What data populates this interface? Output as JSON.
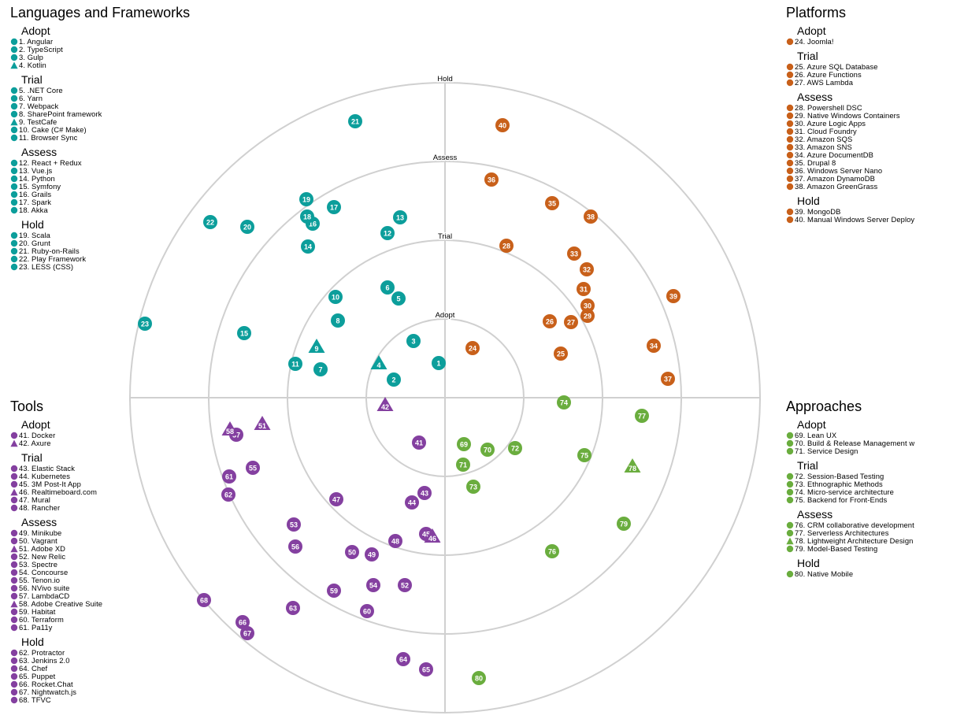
{
  "colors": {
    "languages": "#0c9e9b",
    "platforms": "#c8601a",
    "tools": "#8440a0",
    "approaches": "#6aad3e",
    "ring_stroke": "#d0d0d0"
  },
  "ring_labels": [
    "Adopt",
    "Trial",
    "Assess",
    "Hold"
  ],
  "shape_legend": {
    "circle": "circle-marker",
    "triangle": "triangle-marker"
  },
  "quadrants": [
    {
      "key": "languages",
      "title": "Languages and Frameworks",
      "rings": [
        {
          "name": "Adopt",
          "entries": [
            {
              "id": 1,
              "label": "1. Angular",
              "shape": "circle"
            },
            {
              "id": 2,
              "label": "2. TypeScript",
              "shape": "circle"
            },
            {
              "id": 3,
              "label": "3. Gulp",
              "shape": "circle"
            },
            {
              "id": 4,
              "label": "4. Kotlin",
              "shape": "triangle"
            }
          ]
        },
        {
          "name": "Trial",
          "entries": [
            {
              "id": 5,
              "label": "5. .NET Core",
              "shape": "circle"
            },
            {
              "id": 6,
              "label": "6. Yarn",
              "shape": "circle"
            },
            {
              "id": 7,
              "label": "7. Webpack",
              "shape": "circle"
            },
            {
              "id": 8,
              "label": "8. SharePoint framework",
              "shape": "circle"
            },
            {
              "id": 9,
              "label": "9. TestCafe",
              "shape": "triangle"
            },
            {
              "id": 10,
              "label": "10. Cake (C# Make)",
              "shape": "circle"
            },
            {
              "id": 11,
              "label": "11. Browser Sync",
              "shape": "circle"
            }
          ]
        },
        {
          "name": "Assess",
          "entries": [
            {
              "id": 12,
              "label": "12. React + Redux",
              "shape": "circle"
            },
            {
              "id": 13,
              "label": "13. Vue.js",
              "shape": "circle"
            },
            {
              "id": 14,
              "label": "14. Python",
              "shape": "circle"
            },
            {
              "id": 15,
              "label": "15. Symfony",
              "shape": "circle"
            },
            {
              "id": 16,
              "label": "16. Grails",
              "shape": "circle"
            },
            {
              "id": 17,
              "label": "17. Spark",
              "shape": "circle"
            },
            {
              "id": 18,
              "label": "18. Akka",
              "shape": "circle"
            }
          ]
        },
        {
          "name": "Hold",
          "entries": [
            {
              "id": 19,
              "label": "19. Scala",
              "shape": "circle"
            },
            {
              "id": 20,
              "label": "20. Grunt",
              "shape": "circle"
            },
            {
              "id": 21,
              "label": "21. Ruby-on-Rails",
              "shape": "circle"
            },
            {
              "id": 22,
              "label": "22. Play Framework",
              "shape": "circle"
            },
            {
              "id": 23,
              "label": "23. LESS (CSS)",
              "shape": "circle"
            }
          ]
        }
      ]
    },
    {
      "key": "platforms",
      "title": "Platforms",
      "rings": [
        {
          "name": "Adopt",
          "entries": [
            {
              "id": 24,
              "label": "24. Joomla!",
              "shape": "circle"
            }
          ]
        },
        {
          "name": "Trial",
          "entries": [
            {
              "id": 25,
              "label": "25. Azure SQL Database",
              "shape": "circle"
            },
            {
              "id": 26,
              "label": "26. Azure Functions",
              "shape": "circle"
            },
            {
              "id": 27,
              "label": "27. AWS Lambda",
              "shape": "circle"
            }
          ]
        },
        {
          "name": "Assess",
          "entries": [
            {
              "id": 28,
              "label": "28. Powershell DSC",
              "shape": "circle"
            },
            {
              "id": 29,
              "label": "29. Native Windows Containers",
              "shape": "circle"
            },
            {
              "id": 30,
              "label": "30. Azure Logic Apps",
              "shape": "circle"
            },
            {
              "id": 31,
              "label": "31. Cloud Foundry",
              "shape": "circle"
            },
            {
              "id": 32,
              "label": "32. Amazon SQS",
              "shape": "circle"
            },
            {
              "id": 33,
              "label": "33. Amazon SNS",
              "shape": "circle"
            },
            {
              "id": 34,
              "label": "34. Azure DocumentDB",
              "shape": "circle"
            },
            {
              "id": 35,
              "label": "35. Drupal 8",
              "shape": "circle"
            },
            {
              "id": 36,
              "label": "36. Windows Server Nano",
              "shape": "circle"
            },
            {
              "id": 37,
              "label": "37. Amazon DynamoDB",
              "shape": "circle"
            },
            {
              "id": 38,
              "label": "38. Amazon GreenGrass",
              "shape": "circle"
            }
          ]
        },
        {
          "name": "Hold",
          "entries": [
            {
              "id": 39,
              "label": "39. MongoDB",
              "shape": "circle"
            },
            {
              "id": 40,
              "label": "40. Manual Windows Server Deploy",
              "shape": "circle"
            }
          ]
        }
      ]
    },
    {
      "key": "tools",
      "title": "Tools",
      "rings": [
        {
          "name": "Adopt",
          "entries": [
            {
              "id": 41,
              "label": "41. Docker",
              "shape": "circle"
            },
            {
              "id": 42,
              "label": "42. Axure",
              "shape": "triangle"
            }
          ]
        },
        {
          "name": "Trial",
          "entries": [
            {
              "id": 43,
              "label": "43. Elastic Stack",
              "shape": "circle"
            },
            {
              "id": 44,
              "label": "44. Kubernetes",
              "shape": "circle"
            },
            {
              "id": 45,
              "label": "45. 3M Post-It App",
              "shape": "circle"
            },
            {
              "id": 46,
              "label": "46. Realtimeboard.com",
              "shape": "triangle"
            },
            {
              "id": 47,
              "label": "47. Mural",
              "shape": "circle"
            },
            {
              "id": 48,
              "label": "48. Rancher",
              "shape": "circle"
            }
          ]
        },
        {
          "name": "Assess",
          "entries": [
            {
              "id": 49,
              "label": "49. Minikube",
              "shape": "circle"
            },
            {
              "id": 50,
              "label": "50. Vagrant",
              "shape": "circle"
            },
            {
              "id": 51,
              "label": "51. Adobe XD",
              "shape": "triangle"
            },
            {
              "id": 52,
              "label": "52. New Relic",
              "shape": "circle"
            },
            {
              "id": 53,
              "label": "53. Spectre",
              "shape": "circle"
            },
            {
              "id": 54,
              "label": "54. Concourse",
              "shape": "circle"
            },
            {
              "id": 55,
              "label": "55. Tenon.io",
              "shape": "circle"
            },
            {
              "id": 56,
              "label": "56. NVivo suite",
              "shape": "circle"
            },
            {
              "id": 57,
              "label": "57. LambdaCD",
              "shape": "circle"
            },
            {
              "id": 58,
              "label": "58. Adobe Creative Suite",
              "shape": "triangle"
            },
            {
              "id": 59,
              "label": "59. Habitat",
              "shape": "circle"
            },
            {
              "id": 60,
              "label": "60. Terraform",
              "shape": "circle"
            },
            {
              "id": 61,
              "label": "61. Pa11y",
              "shape": "circle"
            }
          ]
        },
        {
          "name": "Hold",
          "entries": [
            {
              "id": 62,
              "label": "62. Protractor",
              "shape": "circle"
            },
            {
              "id": 63,
              "label": "63. Jenkins 2.0",
              "shape": "circle"
            },
            {
              "id": 64,
              "label": "64. Chef",
              "shape": "circle"
            },
            {
              "id": 65,
              "label": "65. Puppet",
              "shape": "circle"
            },
            {
              "id": 66,
              "label": "66. Rocket.Chat",
              "shape": "circle"
            },
            {
              "id": 67,
              "label": "67. Nightwatch.js",
              "shape": "circle"
            },
            {
              "id": 68,
              "label": "68. TFVC",
              "shape": "circle"
            }
          ]
        }
      ]
    },
    {
      "key": "approaches",
      "title": "Approaches",
      "rings": [
        {
          "name": "Adopt",
          "entries": [
            {
              "id": 69,
              "label": "69. Lean UX",
              "shape": "circle"
            },
            {
              "id": 70,
              "label": "70. Build & Release Management w",
              "shape": "circle"
            },
            {
              "id": 71,
              "label": "71. Service Design",
              "shape": "circle"
            }
          ]
        },
        {
          "name": "Trial",
          "entries": [
            {
              "id": 72,
              "label": "72. Session-Based Testing",
              "shape": "circle"
            },
            {
              "id": 73,
              "label": "73. Ethnographic Methods",
              "shape": "circle"
            },
            {
              "id": 74,
              "label": "74. Micro-service architecture",
              "shape": "circle"
            },
            {
              "id": 75,
              "label": "75. Backend for Front-Ends",
              "shape": "circle"
            }
          ]
        },
        {
          "name": "Assess",
          "entries": [
            {
              "id": 76,
              "label": "76. CRM collaborative development",
              "shape": "circle"
            },
            {
              "id": 77,
              "label": "77. Serverless Architectures",
              "shape": "circle"
            },
            {
              "id": 78,
              "label": "78. Lightweight Architecture Design",
              "shape": "triangle"
            },
            {
              "id": 79,
              "label": "79. Model-Based Testing",
              "shape": "circle"
            }
          ]
        },
        {
          "name": "Hold",
          "entries": [
            {
              "id": 80,
              "label": "80. Native Mobile",
              "shape": "circle"
            }
          ]
        }
      ]
    }
  ]
}
